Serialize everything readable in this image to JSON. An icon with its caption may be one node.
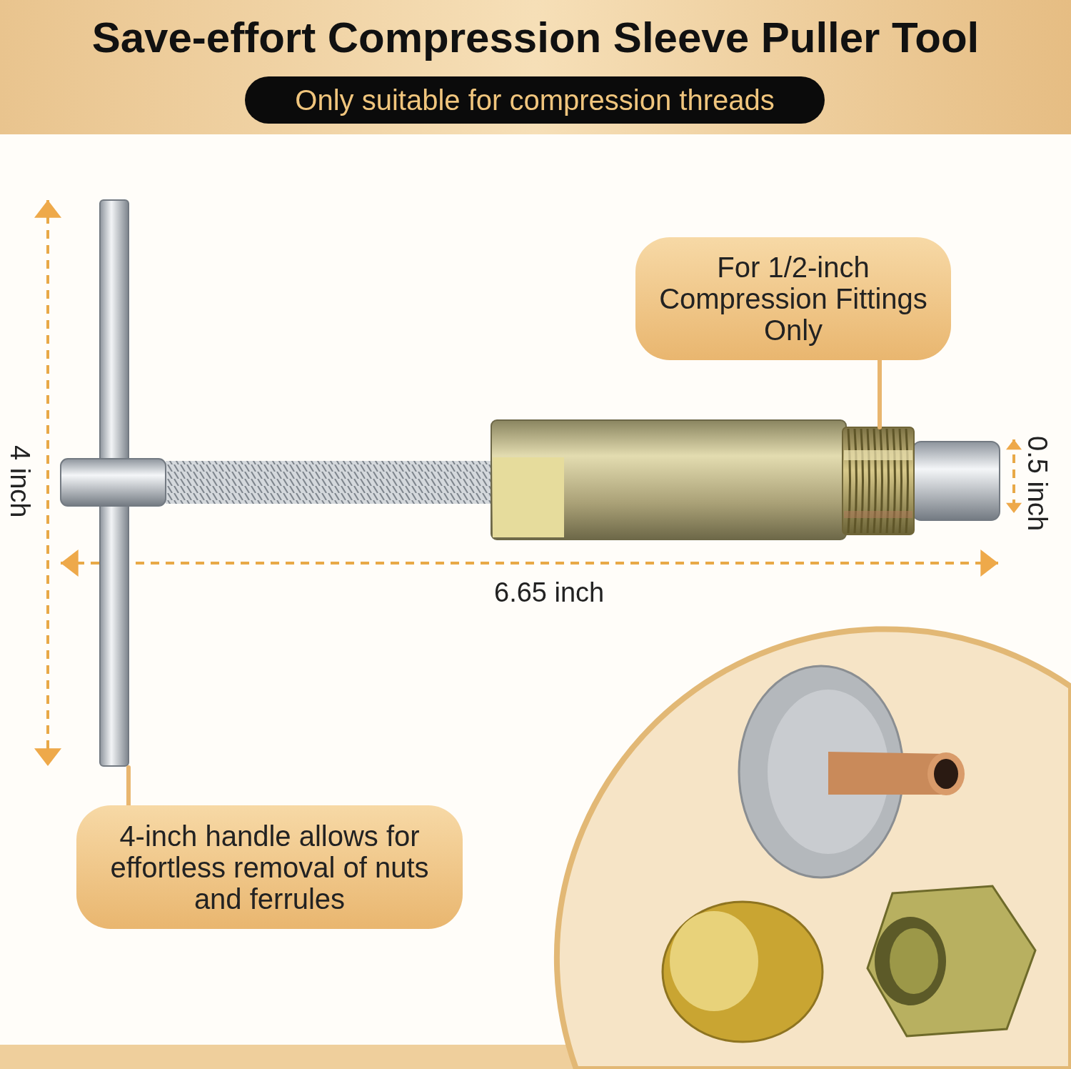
{
  "diagram": {
    "title": "Save-effort Compression Sleeve Puller Tool",
    "nodes": [
      {
        "text": [],
        "shape": "picture"
      },
      {
        "text": [
          "For 1/2-inch Compression Fittings Only"
        ]
      },
      {
        "text": [],
        "shape": "picture"
      },
      {
        "text": [
          "4-inch handle allows for effortless removal of nuts and ferrules"
        ]
      }
    ],
    "edges": [
      {
        "from": 1,
        "to": 2,
        "arrow": "none"
      },
      {
        "from": 3,
        "to": 0,
        "arrow": "none"
      }
    ],
    "labels": [
      "Only suitable for compression threads",
      "4 inch",
      "6.65 inch",
      "0.5 inch"
    ]
  }
}
